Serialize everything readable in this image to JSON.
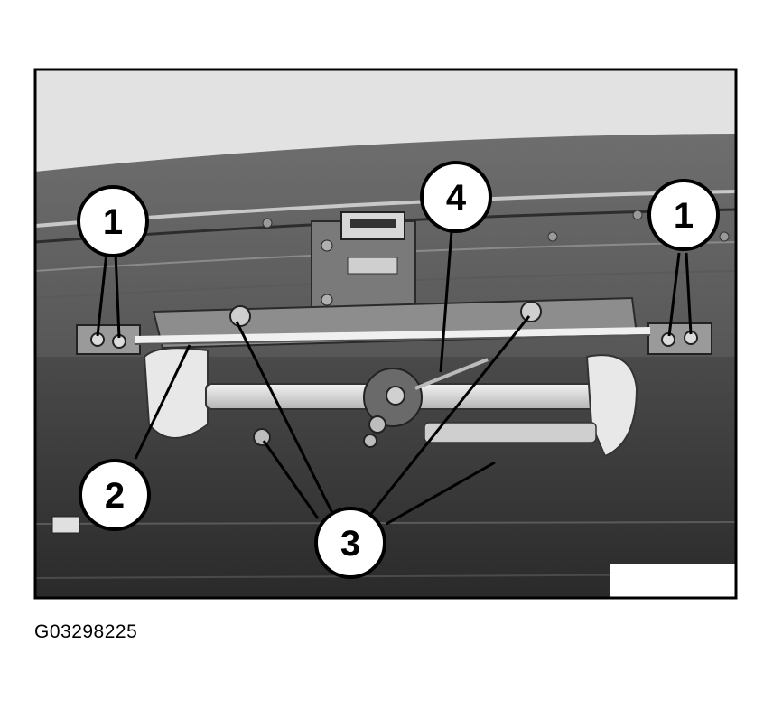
{
  "figure_id": "G03298225",
  "callouts": [
    {
      "label": "1"
    },
    {
      "label": "1"
    },
    {
      "label": "2"
    },
    {
      "label": "3"
    },
    {
      "label": "4"
    }
  ]
}
